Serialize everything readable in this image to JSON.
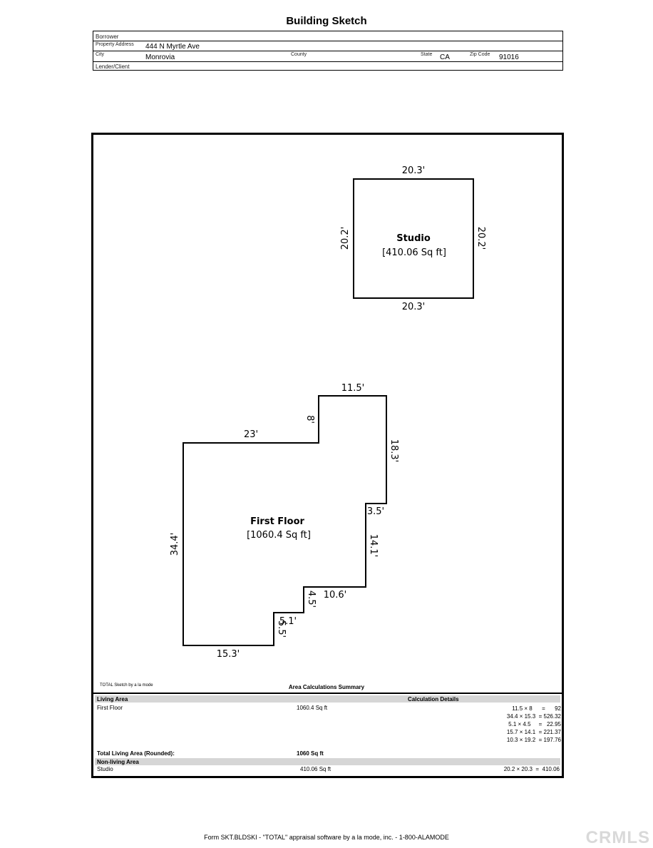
{
  "title": "Building Sketch",
  "header": {
    "borrower_label": "Borrower",
    "property_address_label": "Property Address",
    "property_address": "444 N Myrtle Ave",
    "city_label": "City",
    "city": "Monrovia",
    "county_label": "County",
    "state_label": "State",
    "state": "CA",
    "zip_label": "Zip Code",
    "zip": "91016",
    "lender_label": "Lender/Client"
  },
  "sketch": {
    "studio": {
      "name": "Studio",
      "area": "[410.06 Sq ft]",
      "dims": {
        "top": "20.3'",
        "bottom": "20.3'",
        "left": "20.2'",
        "right": "20.2'"
      }
    },
    "first_floor": {
      "name": "First Floor",
      "area": "[1060.4 Sq ft]",
      "dims": {
        "top": "11.5'",
        "step_v": "8'",
        "upper_left": "23'",
        "right_upper": "18.3'",
        "notch_h": "3.5'",
        "right_lower": "14.1'",
        "step_h1": "10.6'",
        "step_v1": "4.5'",
        "step_h2": "5.1'",
        "step_v2": "5.5'",
        "bottom": "15.3'",
        "left": "34.4'"
      }
    },
    "credit": "TOTAL Sketch by a la mode"
  },
  "summary": {
    "title": "Area Calculations Summary",
    "living_area_label": "Living Area",
    "calc_details_label": "Calculation Details",
    "first_floor_label": "First Floor",
    "first_floor_area": "1060.4 Sq ft",
    "calcs": [
      "11.5 × 8      =      92",
      "34.4 × 15.3  = 526.32",
      "5.1 × 4.5     =   22.95",
      "15.7 × 14.1  = 221.37",
      "10.3 × 19.2  = 197.76"
    ],
    "total_label": "Total Living Area (Rounded):",
    "total_value": "1060 Sq ft",
    "non_living_label": "Non-living Area",
    "studio_label": "Studio",
    "studio_area": "410.06 Sq ft",
    "studio_calc": "20.2 × 20.3  =  410.06"
  },
  "footer": "Form SKT.BLDSKI - \"TOTAL\" appraisal software by a la mode, inc. - 1-800-ALAMODE",
  "watermark": "CRMLS"
}
